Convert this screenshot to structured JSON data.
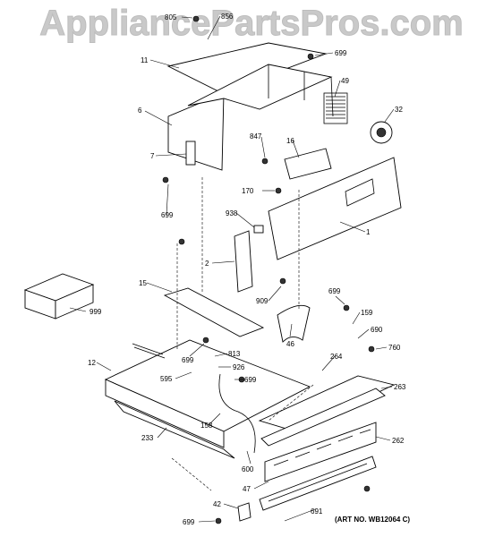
{
  "watermark": "AppliancePartsPros.com",
  "art_number": "(ART NO. WB12064 C)",
  "callouts": [
    {
      "id": "805"
    },
    {
      "id": "856"
    },
    {
      "id": "699a",
      "label": "699"
    },
    {
      "id": "11"
    },
    {
      "id": "49"
    },
    {
      "id": "6"
    },
    {
      "id": "32"
    },
    {
      "id": "847"
    },
    {
      "id": "16"
    },
    {
      "id": "7"
    },
    {
      "id": "170"
    },
    {
      "id": "699b",
      "label": "699"
    },
    {
      "id": "938"
    },
    {
      "id": "1"
    },
    {
      "id": "2"
    },
    {
      "id": "15"
    },
    {
      "id": "909"
    },
    {
      "id": "999"
    },
    {
      "id": "699c",
      "label": "699"
    },
    {
      "id": "159"
    },
    {
      "id": "690"
    },
    {
      "id": "46"
    },
    {
      "id": "760"
    },
    {
      "id": "12"
    },
    {
      "id": "699d",
      "label": "699"
    },
    {
      "id": "813"
    },
    {
      "id": "926"
    },
    {
      "id": "595"
    },
    {
      "id": "699e",
      "label": "699"
    },
    {
      "id": "264"
    },
    {
      "id": "263"
    },
    {
      "id": "158"
    },
    {
      "id": "233"
    },
    {
      "id": "262"
    },
    {
      "id": "600"
    },
    {
      "id": "47"
    },
    {
      "id": "42"
    },
    {
      "id": "691"
    },
    {
      "id": "699f",
      "label": "699"
    }
  ]
}
